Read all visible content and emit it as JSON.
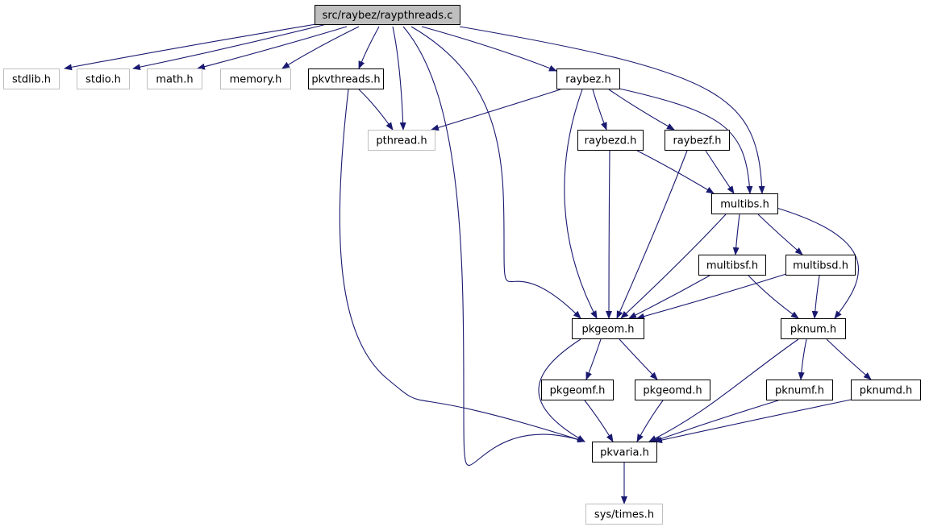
{
  "graph": {
    "nodes": [
      {
        "id": "raypthreads_c",
        "label": "src/raybez/raypthreads.c",
        "style": "root"
      },
      {
        "id": "stdlib_h",
        "label": "stdlib.h",
        "style": "external"
      },
      {
        "id": "stdio_h",
        "label": "stdio.h",
        "style": "external"
      },
      {
        "id": "math_h",
        "label": "math.h",
        "style": "external"
      },
      {
        "id": "memory_h",
        "label": "memory.h",
        "style": "external"
      },
      {
        "id": "pkvthreads_h",
        "label": "pkvthreads.h",
        "style": "local"
      },
      {
        "id": "pthread_h",
        "label": "pthread.h",
        "style": "external"
      },
      {
        "id": "raybez_h",
        "label": "raybez.h",
        "style": "local"
      },
      {
        "id": "raybezd_h",
        "label": "raybezd.h",
        "style": "local"
      },
      {
        "id": "raybezf_h",
        "label": "raybezf.h",
        "style": "local"
      },
      {
        "id": "multibs_h",
        "label": "multibs.h",
        "style": "local"
      },
      {
        "id": "multibsf_h",
        "label": "multibsf.h",
        "style": "local"
      },
      {
        "id": "multibsd_h",
        "label": "multibsd.h",
        "style": "local"
      },
      {
        "id": "pkgeom_h",
        "label": "pkgeom.h",
        "style": "local"
      },
      {
        "id": "pknum_h",
        "label": "pknum.h",
        "style": "local"
      },
      {
        "id": "pkgeomf_h",
        "label": "pkgeomf.h",
        "style": "local"
      },
      {
        "id": "pkgeomd_h",
        "label": "pkgeomd.h",
        "style": "local"
      },
      {
        "id": "pknumf_h",
        "label": "pknumf.h",
        "style": "local"
      },
      {
        "id": "pknumd_h",
        "label": "pknumd.h",
        "style": "local"
      },
      {
        "id": "pkvaria_h",
        "label": "pkvaria.h",
        "style": "local"
      },
      {
        "id": "sys_times_h",
        "label": "sys/times.h",
        "style": "external"
      }
    ],
    "edges": [
      {
        "from": "raypthreads_c",
        "to": "stdlib_h"
      },
      {
        "from": "raypthreads_c",
        "to": "stdio_h"
      },
      {
        "from": "raypthreads_c",
        "to": "math_h"
      },
      {
        "from": "raypthreads_c",
        "to": "memory_h"
      },
      {
        "from": "raypthreads_c",
        "to": "pkvthreads_h"
      },
      {
        "from": "raypthreads_c",
        "to": "pthread_h"
      },
      {
        "from": "raypthreads_c",
        "to": "pkvaria_h"
      },
      {
        "from": "raypthreads_c",
        "to": "pkgeom_h"
      },
      {
        "from": "raypthreads_c",
        "to": "raybez_h"
      },
      {
        "from": "raypthreads_c",
        "to": "multibs_h"
      },
      {
        "from": "pkvthreads_h",
        "to": "pthread_h"
      },
      {
        "from": "pkvthreads_h",
        "to": "pkvaria_h"
      },
      {
        "from": "raybez_h",
        "to": "pthread_h"
      },
      {
        "from": "raybez_h",
        "to": "raybezd_h"
      },
      {
        "from": "raybez_h",
        "to": "raybezf_h"
      },
      {
        "from": "raybez_h",
        "to": "multibs_h"
      },
      {
        "from": "raybez_h",
        "to": "pkgeom_h"
      },
      {
        "from": "raybezd_h",
        "to": "multibs_h"
      },
      {
        "from": "raybezd_h",
        "to": "pkgeom_h"
      },
      {
        "from": "raybezf_h",
        "to": "multibs_h"
      },
      {
        "from": "raybezf_h",
        "to": "pkgeom_h"
      },
      {
        "from": "multibs_h",
        "to": "multibsf_h"
      },
      {
        "from": "multibs_h",
        "to": "multibsd_h"
      },
      {
        "from": "multibs_h",
        "to": "pkgeom_h"
      },
      {
        "from": "multibs_h",
        "to": "pknum_h"
      },
      {
        "from": "multibsf_h",
        "to": "pkgeom_h"
      },
      {
        "from": "multibsf_h",
        "to": "pknum_h"
      },
      {
        "from": "multibsd_h",
        "to": "pkgeom_h"
      },
      {
        "from": "multibsd_h",
        "to": "pknum_h"
      },
      {
        "from": "pkgeom_h",
        "to": "pkgeomf_h"
      },
      {
        "from": "pkgeom_h",
        "to": "pkgeomd_h"
      },
      {
        "from": "pkgeom_h",
        "to": "pkvaria_h"
      },
      {
        "from": "pknum_h",
        "to": "pknumf_h"
      },
      {
        "from": "pknum_h",
        "to": "pknumd_h"
      },
      {
        "from": "pknum_h",
        "to": "pkvaria_h"
      },
      {
        "from": "pkgeomf_h",
        "to": "pkvaria_h"
      },
      {
        "from": "pkgeomd_h",
        "to": "pkvaria_h"
      },
      {
        "from": "pknumf_h",
        "to": "pkvaria_h"
      },
      {
        "from": "pknumd_h",
        "to": "pkvaria_h"
      },
      {
        "from": "pkvaria_h",
        "to": "sys_times_h"
      }
    ]
  },
  "colors": {
    "edge": "#191970",
    "root_fill": "#bfbfbf",
    "root_border": "#000000",
    "local_border": "#000000",
    "external_border": "#bfbfbf",
    "text": "#000000"
  }
}
